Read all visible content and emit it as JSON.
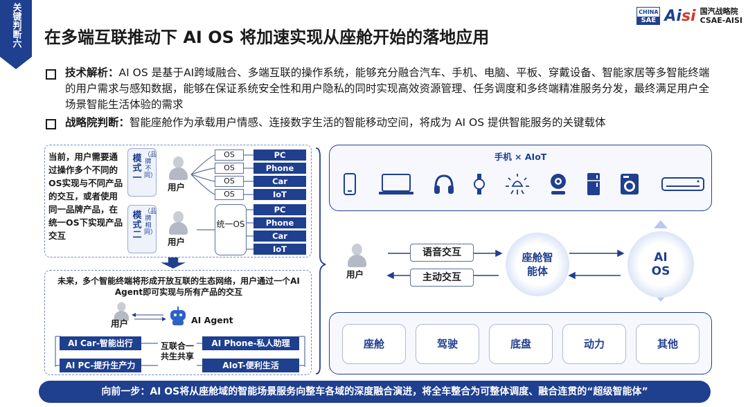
{
  "side_tab": "关键判断六",
  "page_title": "在多端互联推动下 AI OS 将加速实现从座舱开始的落地应用",
  "logo": {
    "sae_top": "CHINA",
    "sae_mark": "SAE",
    "aisi_a": "Ai",
    "aisi_s": "si",
    "org_cn": "国汽战略院",
    "org_en": "CSAE-AISI"
  },
  "bullets": [
    {
      "label": "技术解析：",
      "text": "AI OS 是基于AI跨域融合、多端互联的操作系统，能够充分融合汽车、手机、电脑、平板、穿戴设备、智能家居等多智能终端的用户需求与感知数据，能够在保证系统安全性和用户隐私的同时实现高效资源管理、任务调度和多终端精准服务分发，最终满足用户全场景智能生活体验的需求"
    },
    {
      "label": "战略院判断：",
      "text": "智能座舱作为承载用户情感、连接数字生活的智能移动空间，将成为 AI OS 提供智能服务的关键载体"
    }
  ],
  "left_panel": {
    "intro": "当前，用户需要通过操作多个不同的OS实现与不同产品的交互，或者使用同一品牌产品，在统一OS下实现产品交互",
    "mode1": {
      "label": "模式一",
      "sub": "（品牌不同）"
    },
    "mode2": {
      "label": "模式二",
      "sub": "（品牌相同）"
    },
    "user": "用户",
    "os": "OS",
    "unified": "统一OS",
    "devices": [
      "PC",
      "Phone",
      "Car",
      "IoT"
    ],
    "future": "未来，多个智能终端将形成开放互联的生态网络，用户通过一个AI Agent即可实现与所有产品的交互",
    "agent": "AI Agent",
    "scenes": [
      "AI Car-智能出行",
      "AI Phone-私人助理",
      "AI PC-提升生产力",
      "AIoT-便利生活"
    ],
    "link": "互联合一共生共享"
  },
  "right_panel": {
    "top_title": "手机 × AIoT",
    "device_icons": [
      "phone-icon",
      "laptop-icon",
      "headphones-icon",
      "watch-icon",
      "bulb-icon",
      "camera-icon",
      "fridge-icon",
      "washer-icon",
      "aircon-icon"
    ],
    "user": "用户",
    "voice": "语音交互",
    "active": "主动交互",
    "agent_circle": "座舱智能体",
    "aios_circle": "AI OS",
    "modules": [
      "座舱",
      "驾驶",
      "底盘",
      "动力",
      "其他"
    ]
  },
  "banner": "向前一步：AI OS将从座舱域的智能场景服务向整车各域的深度融合演进，将全车整合为可整体调度、融合连贯的“超级智能体”",
  "colors": {
    "brand": "#1f3f8f",
    "accent": "#2c62c8",
    "logo_red": "#d23a2a"
  }
}
